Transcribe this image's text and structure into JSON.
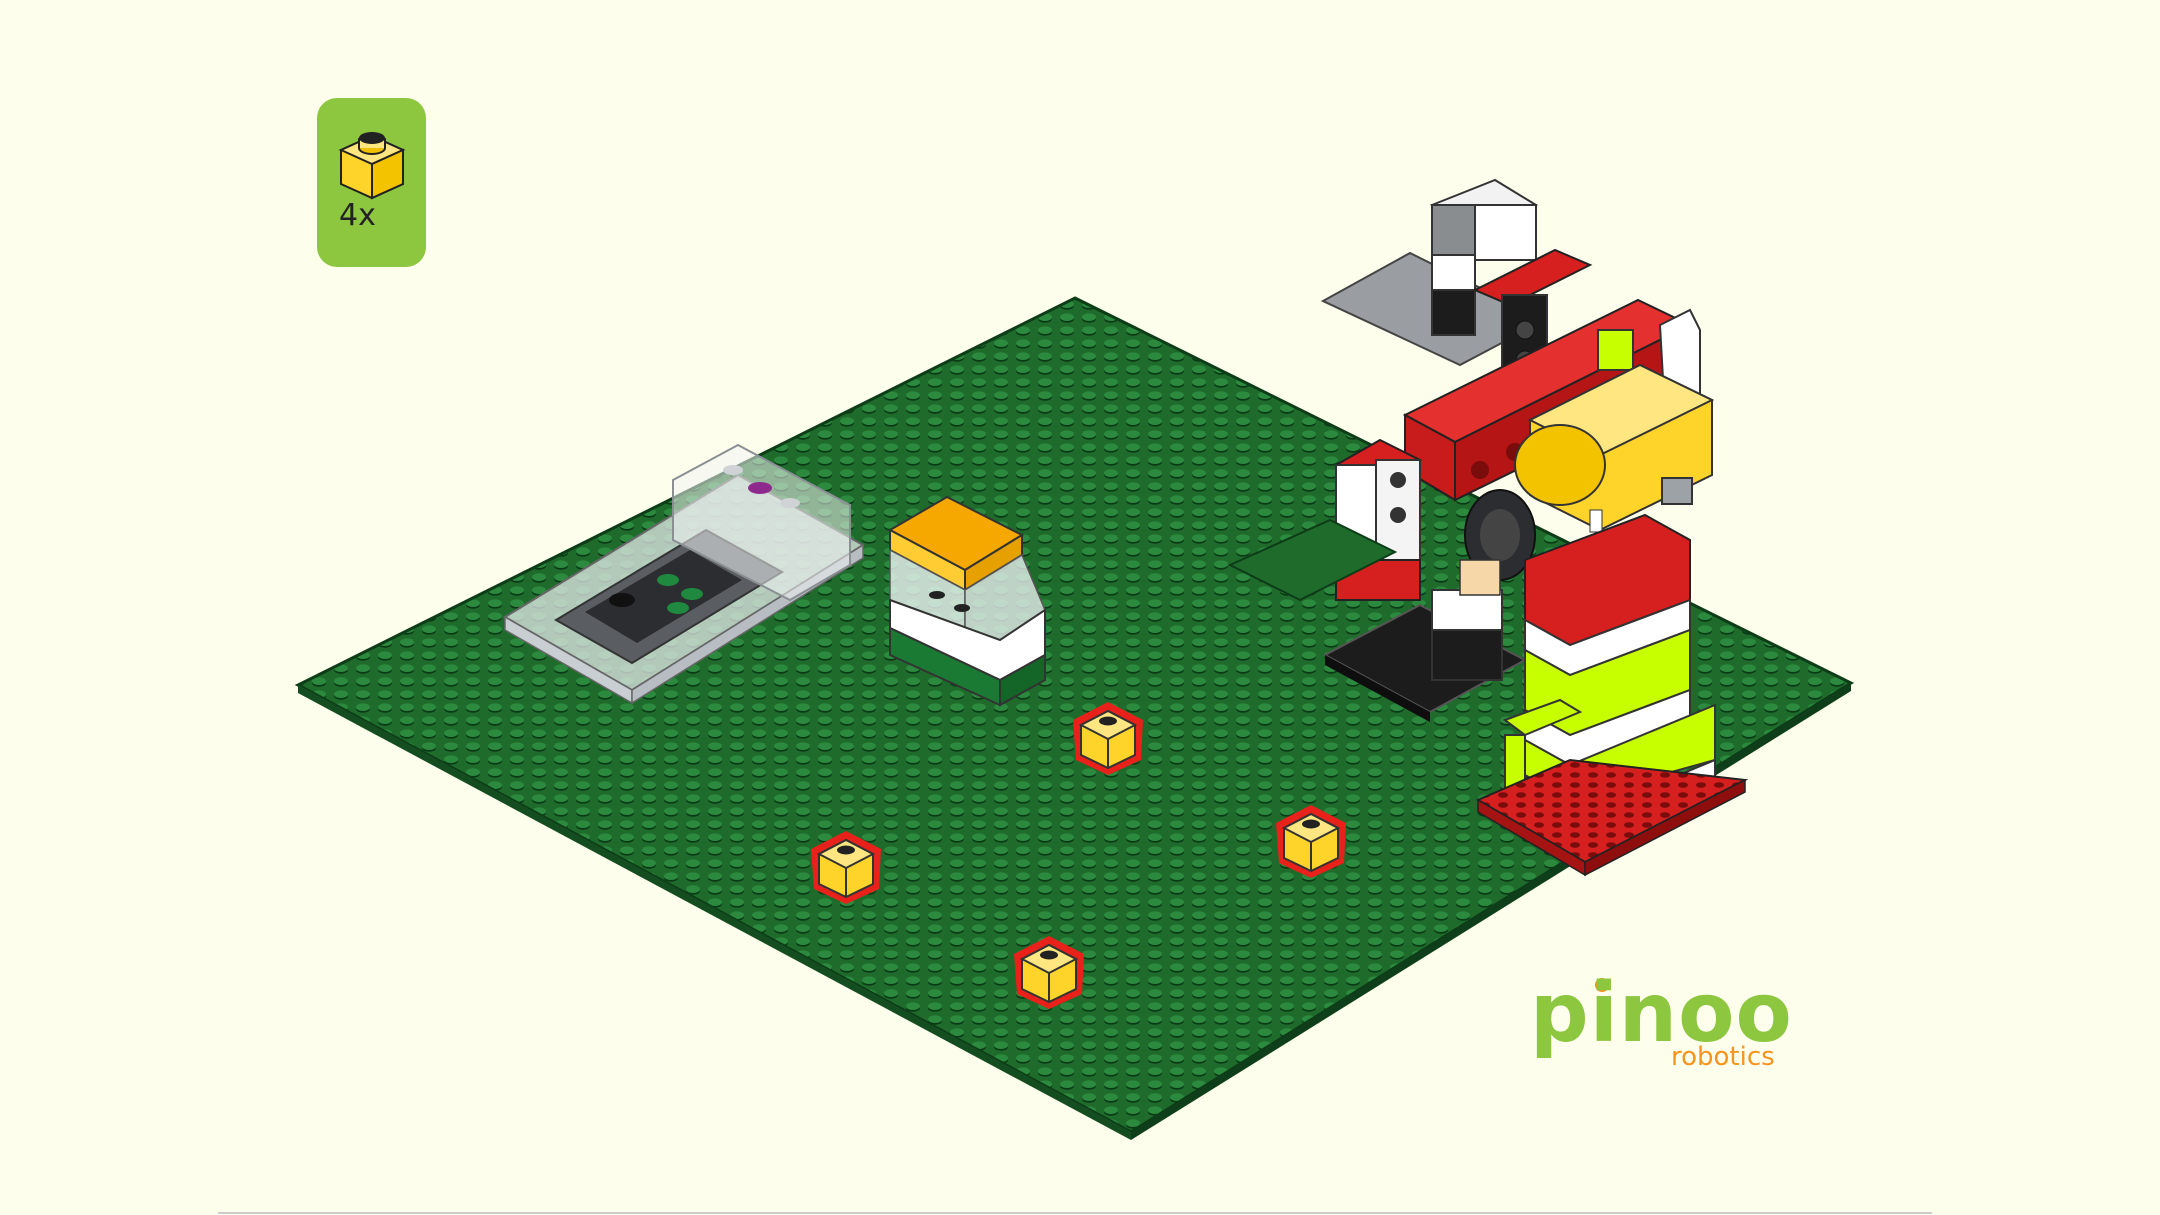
{
  "parts_list": {
    "quantity": "4x",
    "part_icon": "yellow-1x1-brick-icon",
    "accent_color": "#8dc63f"
  },
  "brand": {
    "name": "pinoo",
    "tagline": "robotics",
    "primary_color": "#8dc63f",
    "secondary_color": "#f7941d"
  },
  "scene": {
    "baseplate_color": "#1f6b2c",
    "highlight_color": "#e8221b",
    "new_part_color": "#ffd42a",
    "new_parts_count": 4
  }
}
